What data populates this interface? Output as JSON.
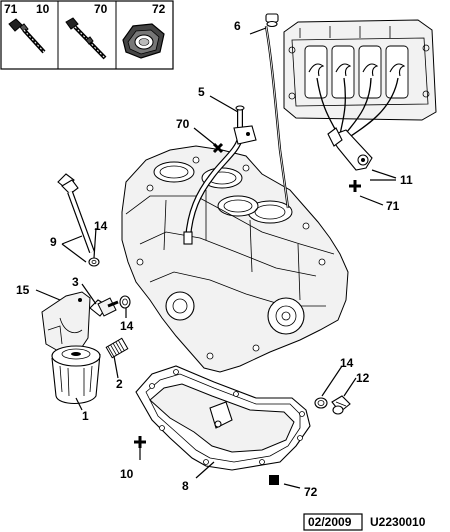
{
  "legend": [
    {
      "ref": "71",
      "qty": "10",
      "icon": "bolt-flanged-icon"
    },
    {
      "ref": "70",
      "qty": "",
      "icon": "bolt-long-icon"
    },
    {
      "ref": "72",
      "qty": "",
      "icon": "nut-hex-icon"
    }
  ],
  "callouts": {
    "c1": "1",
    "c2": "2",
    "c3": "3",
    "c5": "5",
    "c6": "6",
    "c8": "8",
    "c9": "9",
    "c10": "10",
    "c11": "11",
    "c12": "12",
    "c14a": "14",
    "c14b": "14",
    "c14c": "14",
    "c15": "15",
    "c70": "70",
    "c71": "71",
    "c72": "72"
  },
  "footer": {
    "date": "02/2009",
    "code": "U2230010"
  },
  "colors": {
    "line": "#000000",
    "fill": "#ffffff",
    "shade": "#e6e6e6"
  }
}
